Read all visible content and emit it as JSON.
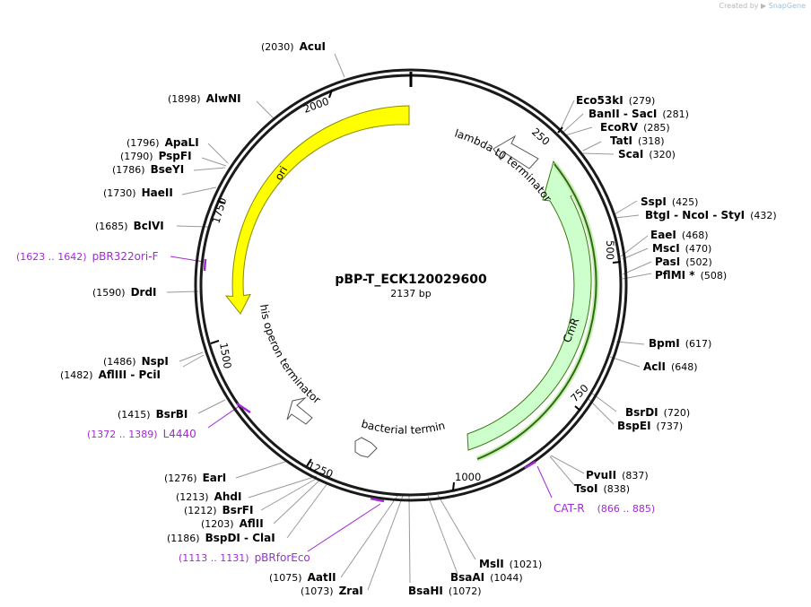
{
  "header": {
    "created_by": "Created by",
    "brand": "SnapGene"
  },
  "plasmid": {
    "name": "pBP-T_ECK120029600",
    "size": "2137 bp",
    "length": 2137
  },
  "ticks": [
    {
      "label": "250",
      "bp": 250
    },
    {
      "label": "500",
      "bp": 500
    },
    {
      "label": "750",
      "bp": 750
    },
    {
      "label": "1000",
      "bp": 1000
    },
    {
      "label": "1250",
      "bp": 1250
    },
    {
      "label": "1500",
      "bp": 1500
    },
    {
      "label": "1750",
      "bp": 1750
    },
    {
      "label": "2000",
      "bp": 2000
    }
  ],
  "features": [
    {
      "id": "ori",
      "label": "ori",
      "type": "rep_origin",
      "color": "#ffff00"
    },
    {
      "id": "cmr",
      "label": "CmR",
      "type": "cds",
      "color": "#ccffcc"
    },
    {
      "id": "lambda",
      "label": "lambda t0 terminator",
      "type": "terminator"
    },
    {
      "id": "his",
      "label": "his operon terminator",
      "type": "terminator"
    },
    {
      "id": "bact",
      "label": "bacterial terminator",
      "type": "terminator"
    }
  ],
  "enzymes": [
    {
      "id": "e0",
      "name": "AcuI",
      "pos": "(2030)"
    },
    {
      "id": "e1",
      "name": "AlwNI",
      "pos": "(1898)"
    },
    {
      "id": "e2",
      "name": "ApaLI",
      "pos": "(1796)"
    },
    {
      "id": "e3",
      "name": "PspFI",
      "pos": "(1790)"
    },
    {
      "id": "e4",
      "name": "BseYI",
      "pos": "(1786)"
    },
    {
      "id": "e5",
      "name": "HaeII",
      "pos": "(1730)"
    },
    {
      "id": "e6",
      "name": "BclVI",
      "pos": "(1685)"
    },
    {
      "id": "e7",
      "name": "DrdI",
      "pos": "(1590)"
    },
    {
      "id": "e8",
      "name": "NspI",
      "pos": "(1486)"
    },
    {
      "id": "e9",
      "name": "AflIII  - PciI",
      "pos": "(1482)"
    },
    {
      "id": "e10",
      "name": "BsrBI",
      "pos": "(1415)"
    },
    {
      "id": "e11",
      "name": "EarI",
      "pos": "(1276)"
    },
    {
      "id": "e12",
      "name": "AhdI",
      "pos": "(1213)"
    },
    {
      "id": "e13",
      "name": "BsrFI",
      "pos": "(1212)"
    },
    {
      "id": "e14",
      "name": "AflII",
      "pos": "(1203)"
    },
    {
      "id": "e15",
      "name": "BspDI  - ClaI",
      "pos": "(1186)"
    },
    {
      "id": "e16",
      "name": "AatII",
      "pos": "(1075)"
    },
    {
      "id": "e17",
      "name": "ZraI",
      "pos": "(1073)"
    },
    {
      "id": "e18",
      "name": "BsaHI",
      "pos": "(1072)"
    },
    {
      "id": "e19",
      "name": "BsaAI",
      "pos": "(1044)"
    },
    {
      "id": "e20",
      "name": "MslI",
      "pos": "(1021)"
    },
    {
      "id": "e21",
      "name": "TsoI",
      "pos": "(838)"
    },
    {
      "id": "e22",
      "name": "PvuII",
      "pos": "(837)"
    },
    {
      "id": "e23",
      "name": "BspEI",
      "pos": "(737)"
    },
    {
      "id": "e24",
      "name": "BsrDI",
      "pos": "(720)"
    },
    {
      "id": "e25",
      "name": "AclI",
      "pos": "(648)"
    },
    {
      "id": "e26",
      "name": "BpmI",
      "pos": "(617)"
    },
    {
      "id": "e27",
      "name": "PflMI *",
      "pos": "(508)"
    },
    {
      "id": "e28",
      "name": "PasI",
      "pos": "(502)"
    },
    {
      "id": "e29",
      "name": "MscI",
      "pos": "(470)"
    },
    {
      "id": "e30",
      "name": "EaeI",
      "pos": "(468)"
    },
    {
      "id": "e31",
      "name": "BtgI  - NcoI  - StyI",
      "pos": "(432)"
    },
    {
      "id": "e32",
      "name": "SspI",
      "pos": "(425)"
    },
    {
      "id": "e33",
      "name": "ScaI",
      "pos": "(320)"
    },
    {
      "id": "e34",
      "name": "TatI",
      "pos": "(318)"
    },
    {
      "id": "e35",
      "name": "EcoRV",
      "pos": "(285)"
    },
    {
      "id": "e36",
      "name": "BanII  - SacI",
      "pos": "(281)"
    },
    {
      "id": "e37",
      "name": "Eco53kI",
      "pos": "(279)"
    }
  ],
  "primers": [
    {
      "id": "p0",
      "name": "pBR322ori-F",
      "range": "(1623 .. 1642)"
    },
    {
      "id": "p1",
      "name": "L4440",
      "range": "(1372 .. 1389)"
    },
    {
      "id": "p2",
      "name": "pBRforEco",
      "range": "(1113 .. 1131)"
    },
    {
      "id": "p3",
      "name": "CAT-R",
      "range": "(866 .. 885)"
    }
  ],
  "colors": {
    "primer": "#a12ad6",
    "backbone": "#1a1a1a",
    "leader": "#9a9a9a",
    "ori": "#ffff00",
    "cds": "#ccffcc",
    "cds_strand": "#3b7a10"
  }
}
